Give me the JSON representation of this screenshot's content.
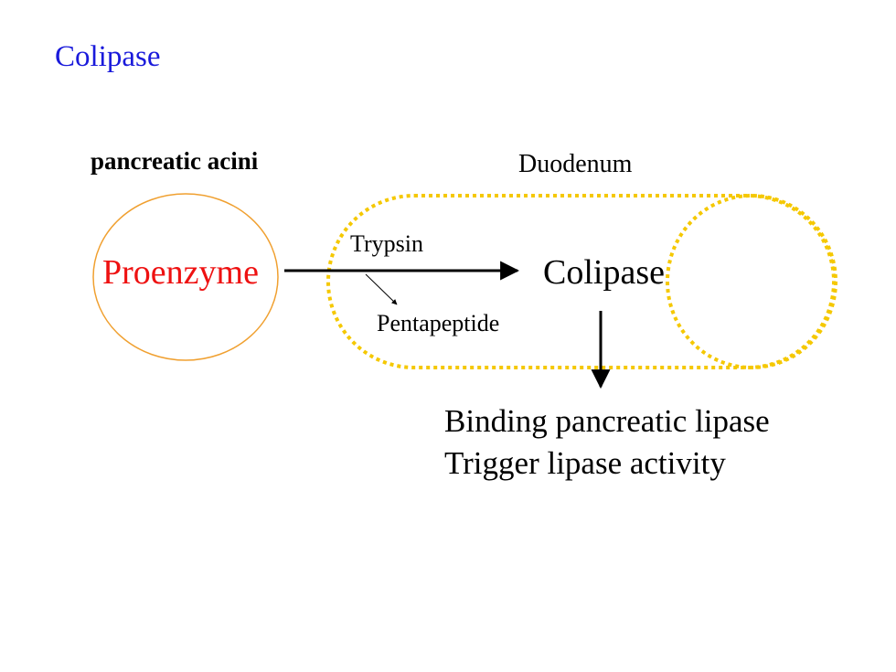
{
  "title": "Colipase",
  "compartments": {
    "acini": "pancreatic acini",
    "duodenum": "Duodenum"
  },
  "reaction": {
    "substrate": "Proenzyme",
    "enzyme": "Trypsin",
    "product": "Colipase",
    "byproduct": "Pentapeptide"
  },
  "outcome": {
    "line1": "Binding pancreatic lipase",
    "line2": "Trigger lipase activity"
  },
  "colors": {
    "title": "#1a1adb",
    "substrate": "#ee1111",
    "acini_outline": "#f0a030",
    "duodenum_outline": "#f5c800"
  }
}
